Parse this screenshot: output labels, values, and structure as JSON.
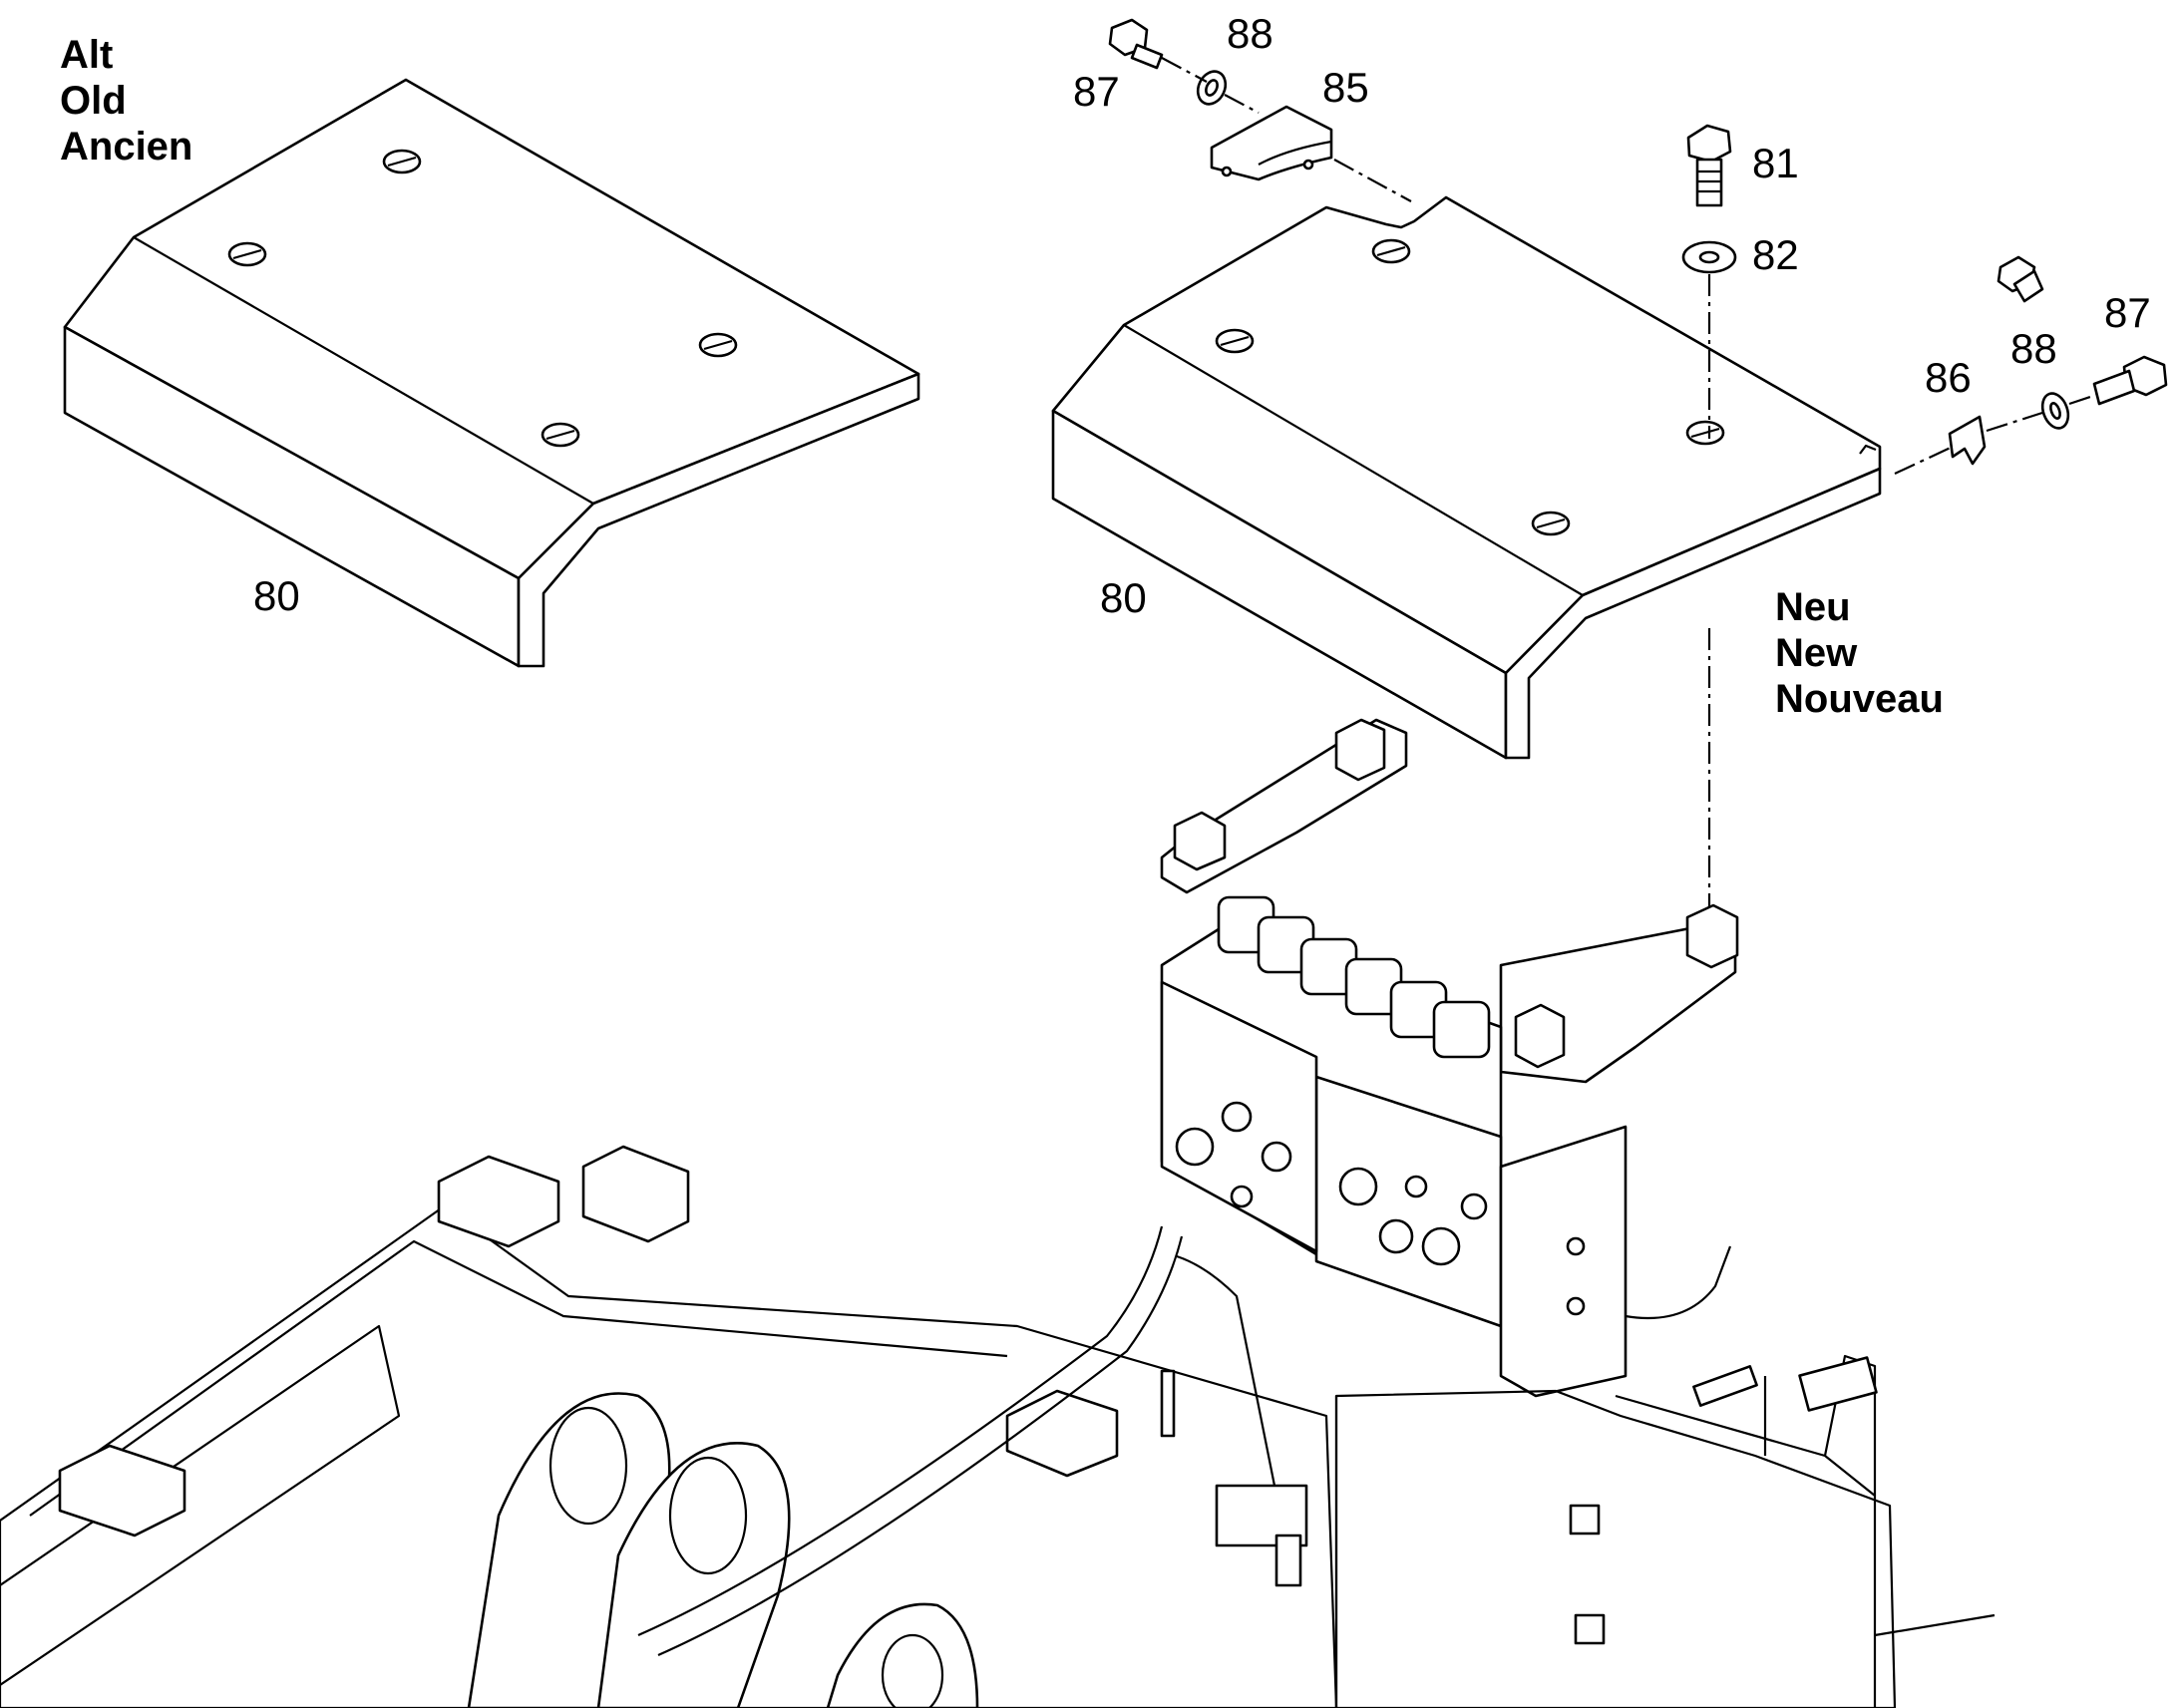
{
  "headings": {
    "old": [
      "Alt",
      "Old",
      "Ancien"
    ],
    "new": [
      "Neu",
      "New",
      "Nouveau"
    ]
  },
  "callouts": {
    "cover_old": "80",
    "cover_new": "80",
    "screw_81": "81",
    "washer_82": "82",
    "bracket_85": "85",
    "clip_86": "86",
    "bolt_87_top": "87",
    "bolt_87_right": "87",
    "washer_88_top": "88",
    "washer_88_right": "88"
  }
}
